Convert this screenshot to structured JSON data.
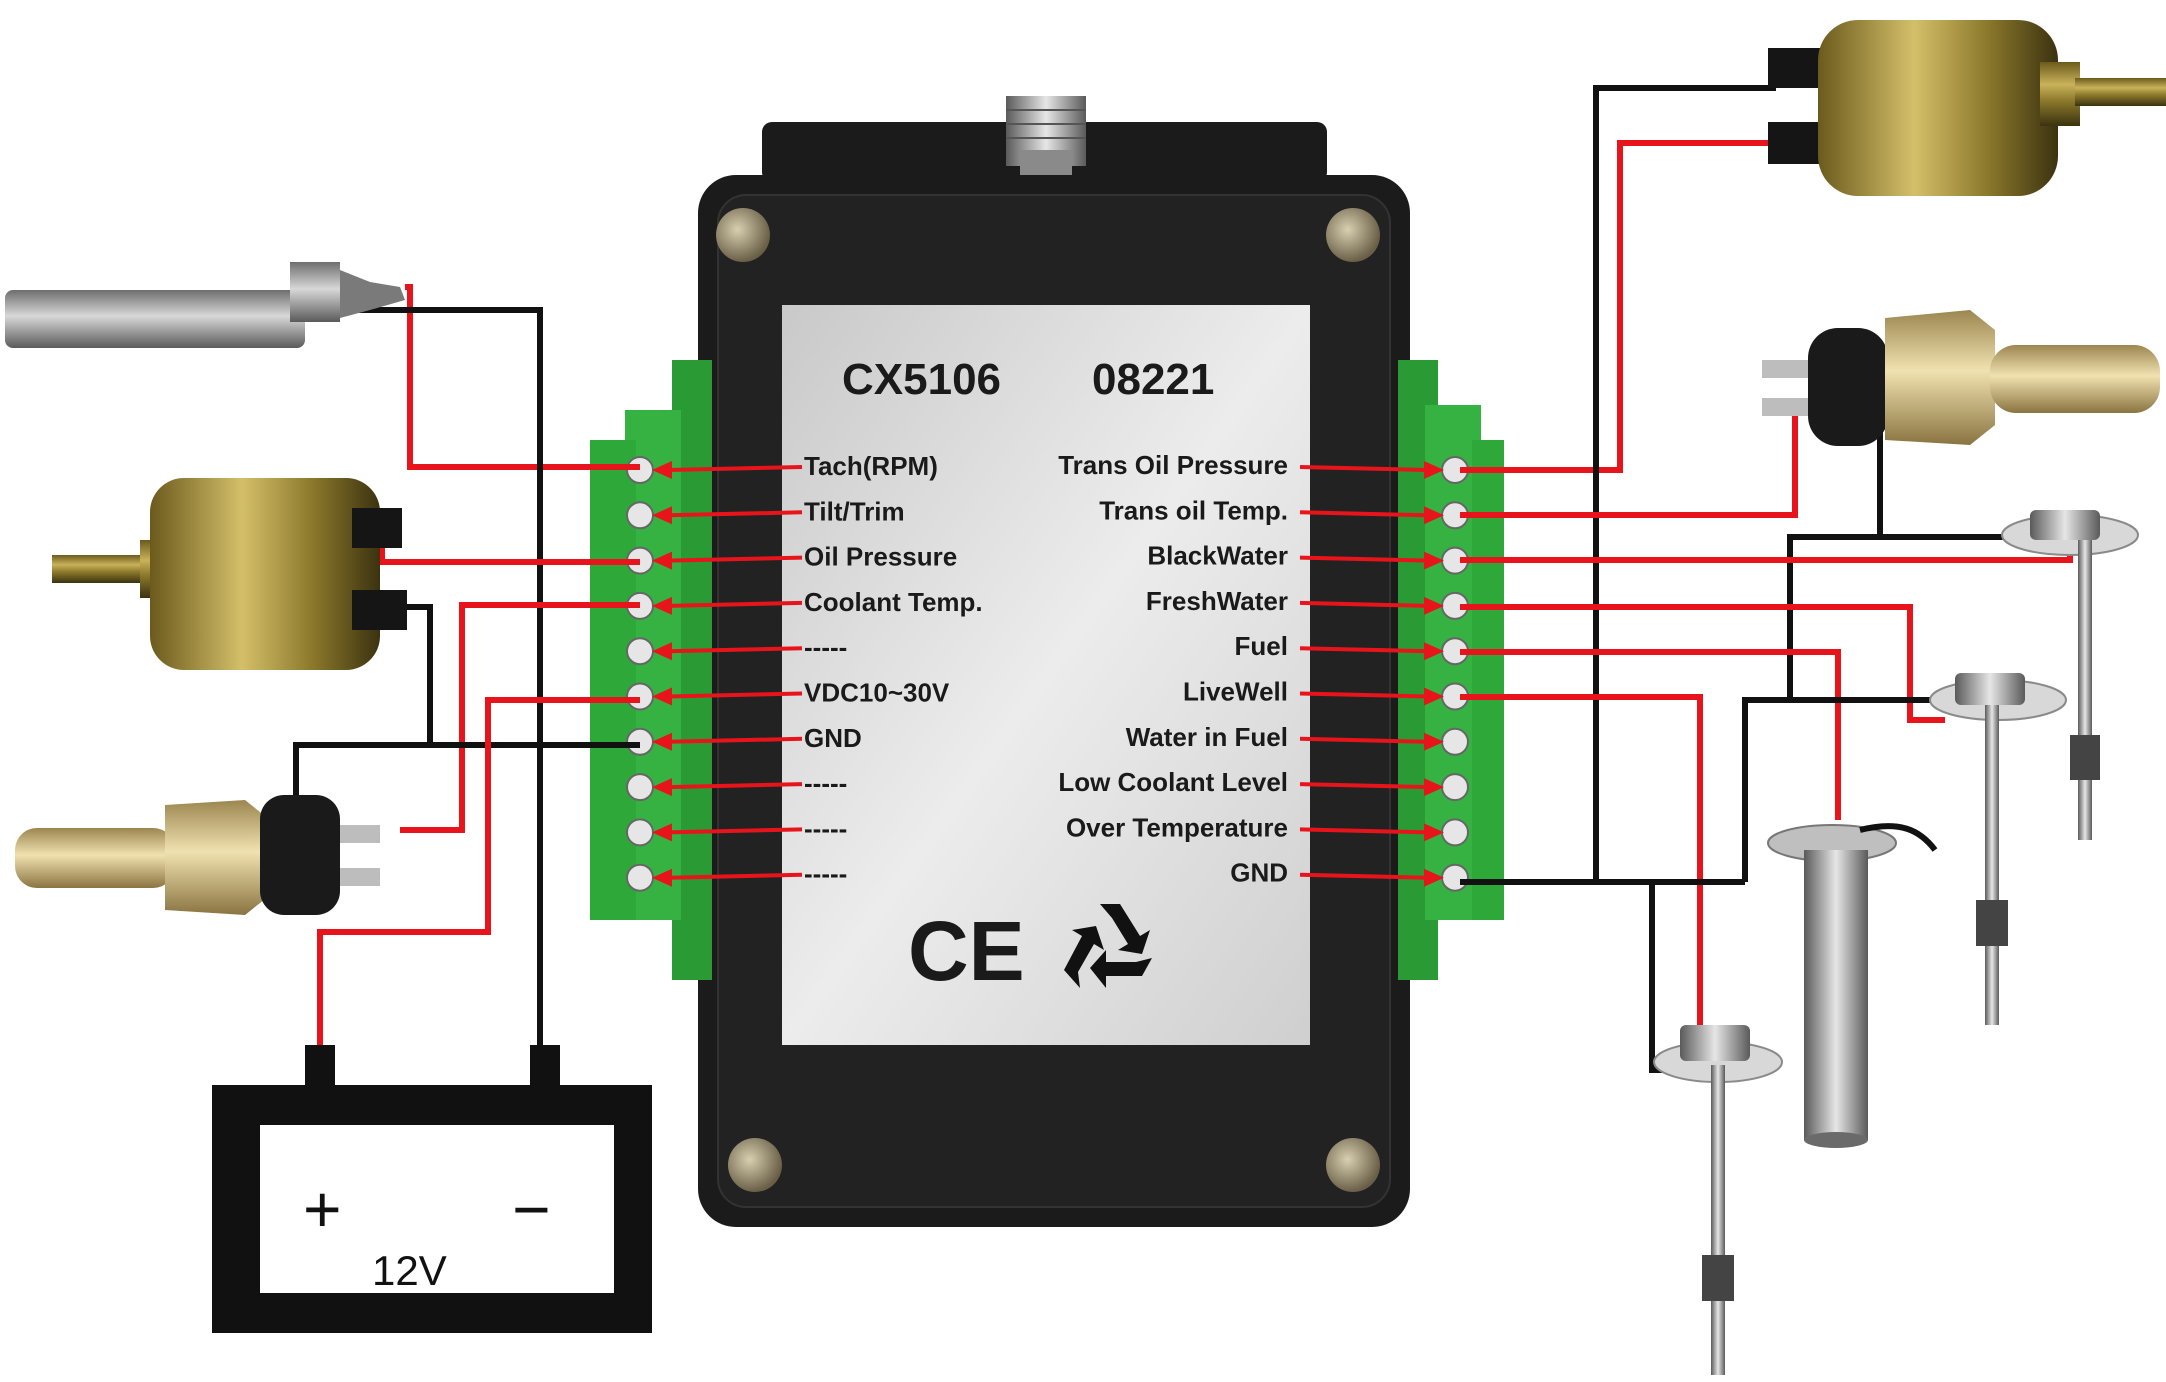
{
  "module": {
    "model": "CX5106",
    "code": "08221",
    "ce_mark": "CE",
    "recycle_icon": "recycle-icon"
  },
  "left_terminals": [
    "Tach(RPM)",
    "Tilt/Trim",
    "Oil Pressure",
    "Coolant Temp.",
    "-----",
    "VDC10~30V",
    "GND",
    "-----",
    "-----",
    "-----"
  ],
  "right_terminals": [
    "Trans Oil Pressure",
    "Trans oil Temp.",
    "BlackWater",
    "FreshWater",
    "Fuel",
    "LiveWell",
    "Water in Fuel",
    "Low Coolant Level",
    "Over Temperature",
    "GND"
  ],
  "battery": {
    "plus": "+",
    "minus": "−",
    "voltage": "12V"
  },
  "colors": {
    "positive_wire": "#e8141b",
    "ground_wire": "#111111",
    "terminal_block": "#2fa83a",
    "label_plate": "#d9d9d9",
    "module_body": "#1b1b1b"
  },
  "components": [
    "rpm-sensor-icon",
    "oil-pressure-sender-icon",
    "coolant-temp-sender-icon",
    "battery-icon",
    "trans-oil-pressure-sender-icon",
    "trans-oil-temp-sender-icon",
    "level-sensor-icon",
    "fuel-level-sensor-icon"
  ]
}
